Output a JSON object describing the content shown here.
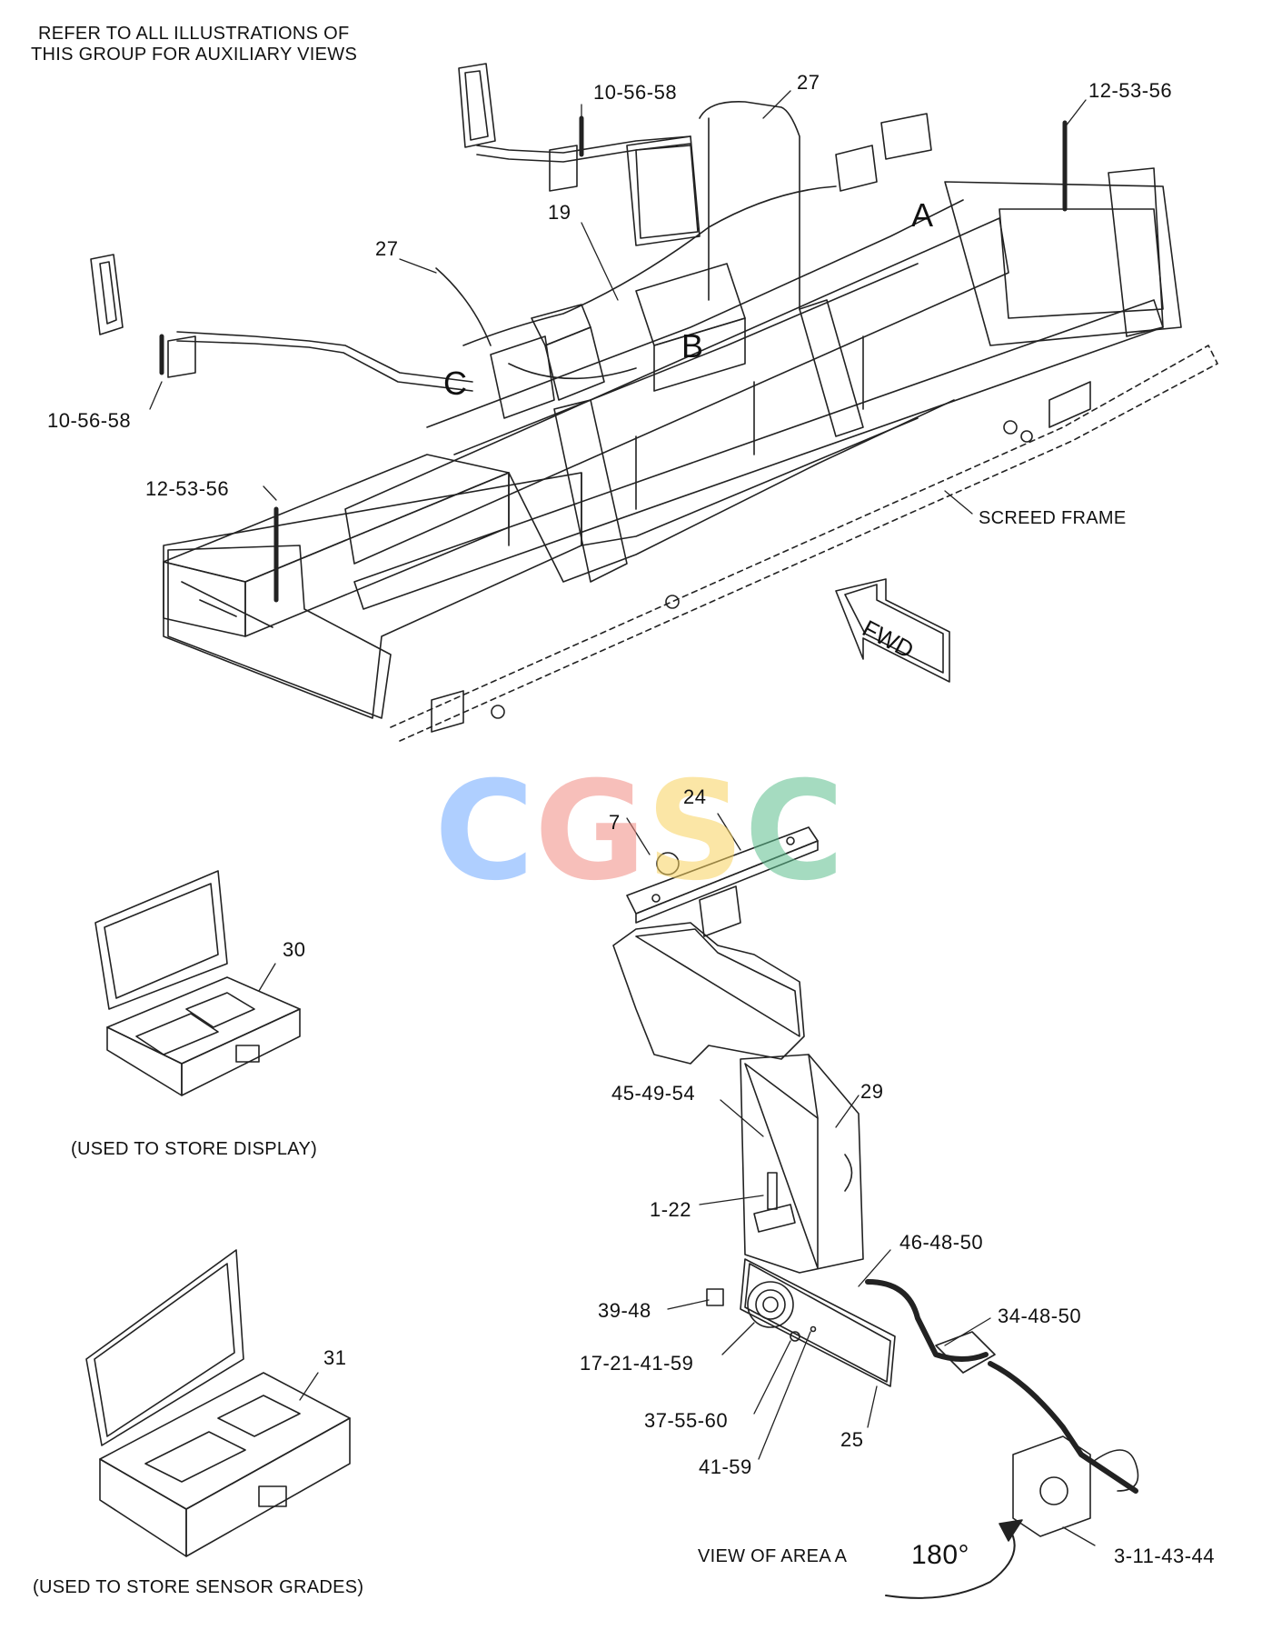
{
  "notes": {
    "refer_line1": "REFER TO ALL ILLUSTRATIONS OF",
    "refer_line2": "THIS GROUP FOR AUXILIARY VIEWS",
    "screed_frame": "SCREED FRAME",
    "fwd": "FWD",
    "store_display": "(USED TO STORE DISPLAY)",
    "store_sensor_grades": "(USED TO STORE SENSOR GRADES)",
    "view_area_a": "VIEW OF AREA  A",
    "rotation": "180°"
  },
  "areas": [
    "A",
    "B",
    "C"
  ],
  "callouts_top": [
    "10-56-58",
    "27",
    "12-53-56",
    "19",
    "27",
    "10-56-58",
    "12-53-56"
  ],
  "callouts_cases": [
    "30",
    "31"
  ],
  "callouts_area_a": [
    "24",
    "7",
    "29",
    "45-49-54",
    "1-22",
    "46-48-50",
    "34-48-50",
    "39-48",
    "17-21-41-59",
    "37-55-60",
    "25",
    "41-59",
    "3-11-43-44"
  ],
  "watermark": {
    "letters": [
      "C",
      "G",
      "S",
      "C"
    ]
  },
  "colors": {
    "line_art": "#222222",
    "background": "#ffffff",
    "watermark_c1": "#6fa8ff",
    "watermark_g": "#f28b82",
    "watermark_s": "#f9d35e",
    "watermark_c2": "#5cbf8e"
  }
}
